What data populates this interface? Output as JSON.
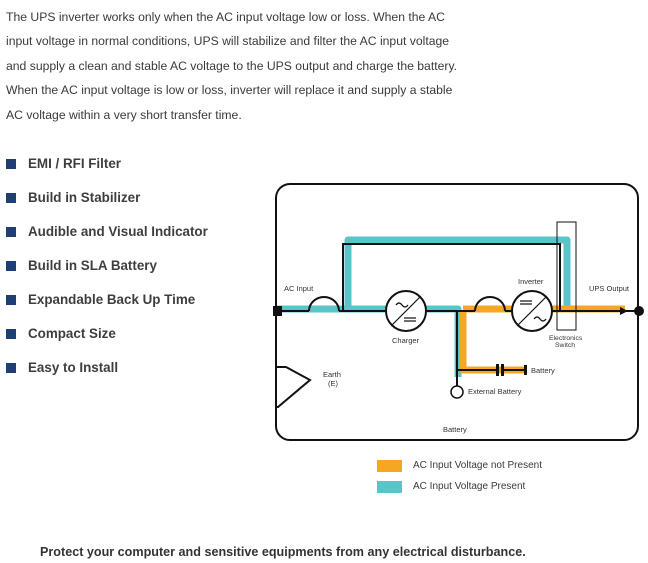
{
  "intro": {
    "lines": [
      "The UPS inverter works only when the AC input voltage low or loss. When the AC",
      "input voltage in normal conditions, UPS will stabilize and filter the AC input voltage",
      "and supply a clean and stable AC voltage to the UPS output and charge the battery.",
      "When the AC input voltage is low or loss, inverter will replace it and supply a stable",
      "AC voltage within a very short transfer time."
    ]
  },
  "features": [
    {
      "label": "EMI / RFI Filter"
    },
    {
      "label": "Build in Stabilizer"
    },
    {
      "label": "Audible and Visual Indicator"
    },
    {
      "label": "Build in SLA Battery"
    },
    {
      "label": "Expandable Back Up Time"
    },
    {
      "label": "Compact Size"
    },
    {
      "label": "Easy to Install"
    }
  ],
  "diagram": {
    "ac_input": "AC Input",
    "charger": "Charger",
    "inverter": "Inverter",
    "ups_output": "UPS Output",
    "electronics_switch_1": "Electronics",
    "electronics_switch_2": "Switch",
    "earth_1": "Earth",
    "earth_2": "(E)",
    "battery_terminal": "Battery",
    "external_battery": "External Battery",
    "battery_bottom": "Battery"
  },
  "legend": [
    {
      "label": "AC Input Voltage not Present",
      "color": "#f5a623"
    },
    {
      "label": "AC Input Voltage Present",
      "color": "#5bc4c8"
    }
  ],
  "colors": {
    "bullet": "#1f3e73",
    "orange": "#f5a623",
    "teal": "#5bc4c8",
    "line": "#111111"
  },
  "footer": "Protect your computer and sensitive equipments from any electrical disturbance."
}
